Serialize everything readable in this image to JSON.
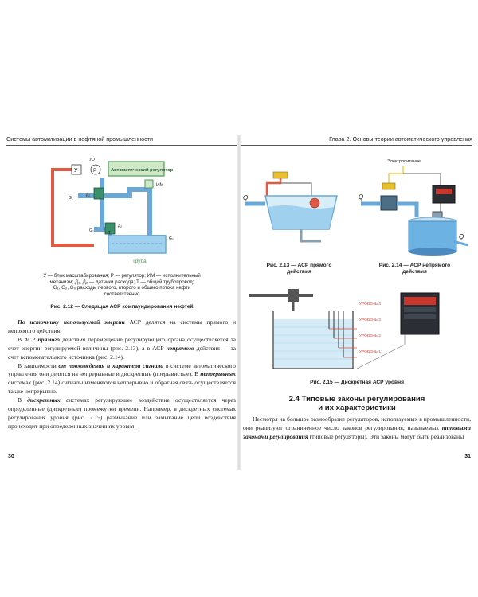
{
  "left_page": {
    "running_head": "Системы автоматизации в нефтяной промышленности",
    "figure_2_12": {
      "labels": {
        "regulator": "Автоматический регулятор",
        "y": "У",
        "p": "Р",
        "im": "ИМ",
        "pipe": "Труба",
        "g1": "G₁",
        "g2": "G₂",
        "g0": "G₀",
        "d1": "Д₁",
        "d2": "Д₂",
        "t": "Т",
        "vy": "УО"
      },
      "legend_lines": [
        "У — блок масштабирования; Р — регулятор; ИМ — исполнительный",
        "механизм; Д₁, Д₂ — датчики расхода; Т — общий трубопровод;",
        "G₁, G₂, G₀ расходы первого, второго и общего потока нефти",
        "соответственно"
      ],
      "caption": "Рис. 2.12 — Следящая АСР компаундирования нефтей"
    },
    "paragraphs": {
      "p1_a": "По источнику используемой энергии",
      "p1_b": " АСР делятся на системы прямого и непрямого действия.",
      "p2_a": "В АСР ",
      "p2_b": "прямого",
      "p2_c": " действия перемещение регулирующего органа осуществляется за счет энергии регулируемой величины (рис. 2.13), а в АСР ",
      "p2_d": "непрямого",
      "p2_e": " действия — за счет вспомогательного источника (рис. 2.14).",
      "p3_a": "В зависимости ",
      "p3_b": "от прохождения и характера сигнала",
      "p3_c": " в системе автоматического управления они делятся на непрерывные и дискретные (прерывистые). В ",
      "p3_d": "непрерывных",
      "p3_e": " системах (рис. 2.14) сигналы изменяются непрерывно и обратная связь осуществляется также непрерывно.",
      "p4_a": "В ",
      "p4_b": "дискретных",
      "p4_c": " системах регулирующее воздействие осуществляется через определенные (дискретные) промежутки времени. Например, в дискретных системах регулирования уровня (рис. 2.15) размыкание или замыкание цепи воздействия происходит при определенных значениях уровня."
    },
    "page_number": "30"
  },
  "right_page": {
    "running_head": "Глава 2. Основы теории автоматического управления",
    "figure_2_13": {
      "caption_lines": [
        "Рис. 2.13 — АСР прямого",
        "действия"
      ],
      "q_label": "Q"
    },
    "figure_2_14": {
      "caption_lines": [
        "Рис. 2.14 — АСР непрямого",
        "действия"
      ],
      "power_label": "Электропитание",
      "q_in": "Q",
      "q_out": "Q"
    },
    "figure_2_15": {
      "caption": "Рис. 2.15 — Дискретная АСР уровня",
      "levels": [
        "УРОВЕНЬ 4",
        "УРОВЕНЬ 3",
        "УРОВЕНЬ 2",
        "УРОВЕНЬ 1"
      ]
    },
    "section": {
      "title_line1": "2.4 Типовые законы регулирования",
      "title_line2": "и их характеристики"
    },
    "paragraph": {
      "a": "Несмотря на большое разнообразие регуляторов, используемых в промышленности, они реализуют ограниченное число законов регулирования, называемых ",
      "b": "типовыми законами регулирования",
      "c": " (типовые регуляторы). Эти законы могут быть реализованы"
    },
    "page_number": "31"
  },
  "colors": {
    "pipe_blue": "#6aa8d8",
    "red_line": "#e05a45",
    "regulator_green": "#4f9a58",
    "tank_water": "#9fd0ee",
    "level_red": "#e0483a"
  }
}
